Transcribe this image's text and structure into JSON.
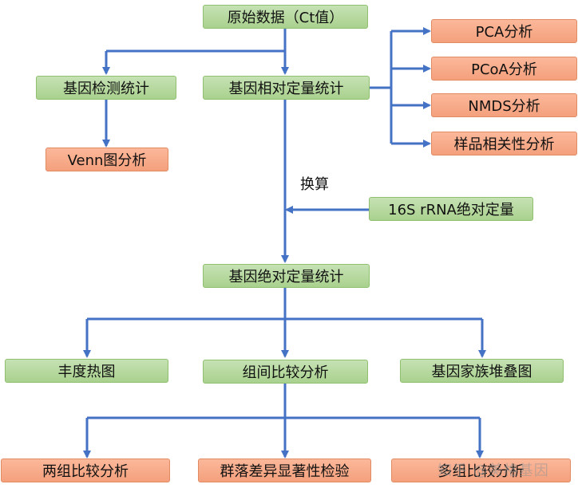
{
  "colors": {
    "green": "#a9d18e",
    "orange": "#f4a07c",
    "connector": "#4472c4"
  },
  "nodes": {
    "raw_data": "原始数据（Ct值）",
    "gene_detection_stats": "基因检测统计",
    "gene_relative_quant_stats": "基因相对定量统计",
    "pca_analysis": "PCA分析",
    "pcoa_analysis": "PCoA分析",
    "nmds_analysis": "NMDS分析",
    "sample_correlation_analysis": "样品相关性分析",
    "venn_analysis": "Venn图分析",
    "rrna_absolute_quant": "16S rRNA绝对定量",
    "gene_absolute_quant_stats": "基因绝对定量统计",
    "abundance_heatmap": "丰度热图",
    "intergroup_comparison": "组间比较分析",
    "gene_family_stacked": "基因家族堆叠图",
    "two_group_comparison": "两组比较分析",
    "community_difference_test": "群落差异显著性检验",
    "multi_group_comparison": "多组比较分析"
  },
  "edge_labels": {
    "conversion": "换算"
  },
  "watermark": "知乎 @美格基因"
}
